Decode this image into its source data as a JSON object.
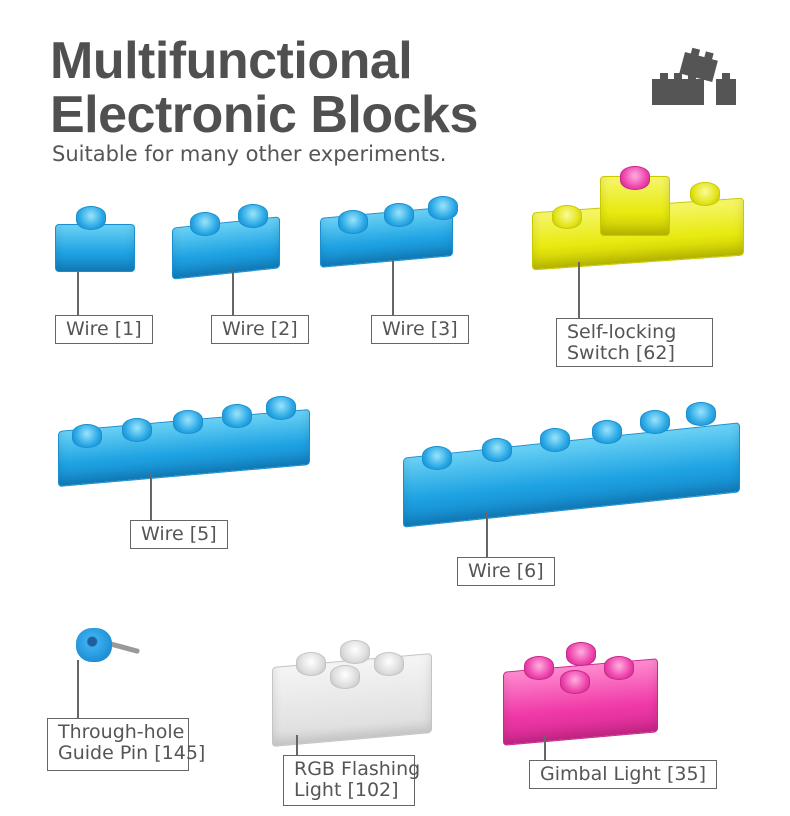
{
  "header": {
    "title_line1": "Multifunctional",
    "title_line2": "Electronic Blocks",
    "subtitle": "Suitable for many other experiments."
  },
  "logo": {
    "icon": "building-blocks-icon"
  },
  "components": [
    {
      "label": "Wire [1]",
      "color": "#1fa3e3"
    },
    {
      "label": "Wire [2]",
      "color": "#1fa3e3"
    },
    {
      "label": "Wire [3]",
      "color": "#1fa3e3"
    },
    {
      "label_line1": "Self-locking",
      "label_line2": "Switch [62]",
      "color": "#e8ea10"
    },
    {
      "label": "Wire [5]",
      "color": "#1fa3e3"
    },
    {
      "label": "Wire [6]",
      "color": "#1fa3e3"
    },
    {
      "label_line1": "Through-hole",
      "label_line2": "Guide Pin [145]",
      "color": "#2aa0e0"
    },
    {
      "label_line1": "RGB Flashing",
      "label_line2": "Light [102]",
      "color": "#e0e0e0"
    },
    {
      "label": "Gimbal Light [35]",
      "color": "#f03aa8"
    }
  ]
}
